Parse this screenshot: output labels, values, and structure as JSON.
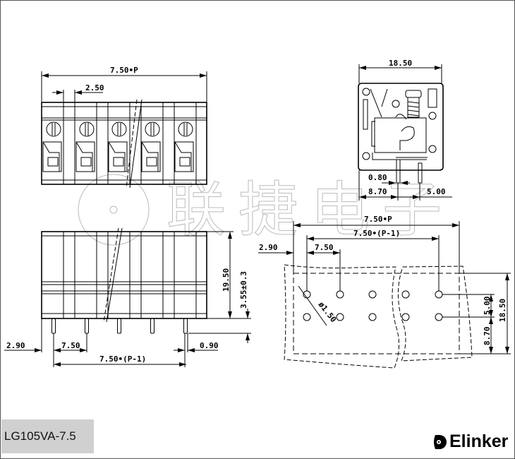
{
  "watermark": "联捷电子",
  "model": "LG105VA-7.5",
  "brand": "Elinker",
  "top_view": {
    "overall": "7.50•P",
    "pitch_half": "2.50"
  },
  "front_view": {
    "height": "19.50",
    "pin_length": "3.55±0.3",
    "left_offset": "2.90",
    "pitch": "7.50",
    "pin_width": "0.90",
    "span": "7.50•(P-1)"
  },
  "side_view": {
    "depth": "18.50",
    "pin_dia": "0.80",
    "rear_offset": "8.70",
    "row_spacing": "5.00"
  },
  "pcb_layout": {
    "overall": "7.50•P",
    "span": "7.50•(P-1)",
    "left_offset": "2.90",
    "pitch": "7.50",
    "hole_dia": "ø1.50",
    "row_spacing": "5.00",
    "rear_offset": "8.70",
    "depth": "18.50"
  }
}
